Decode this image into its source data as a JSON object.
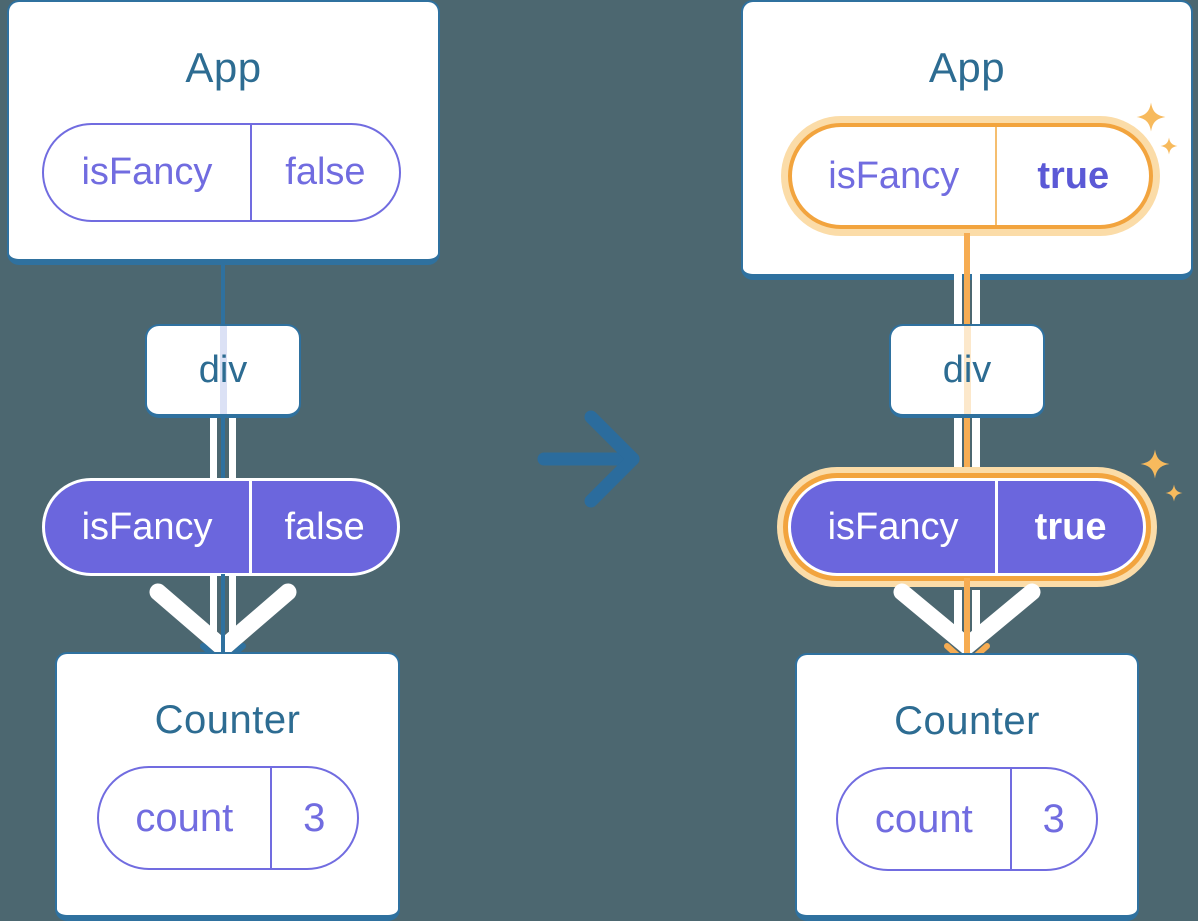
{
  "diagram": {
    "description": "State change diagram: App passes isFancy prop through div down to Counter; right panel shows isFancy flipped to true with highlighted flow",
    "panels": [
      {
        "name": "before",
        "highlighted": false,
        "app_card": {
          "title": "App",
          "state_pill": {
            "key": "isFancy",
            "value": "false"
          }
        },
        "div_box": {
          "label": "div"
        },
        "prop_pill": {
          "key": "isFancy",
          "value": "false"
        },
        "counter_card": {
          "title": "Counter",
          "state_pill": {
            "key": "count",
            "value": "3"
          }
        }
      },
      {
        "name": "after",
        "highlighted": true,
        "app_card": {
          "title": "App",
          "state_pill": {
            "key": "isFancy",
            "value": "true"
          }
        },
        "div_box": {
          "label": "div"
        },
        "prop_pill": {
          "key": "isFancy",
          "value": "true"
        },
        "counter_card": {
          "title": "Counter",
          "state_pill": {
            "key": "count",
            "value": "3"
          }
        }
      }
    ],
    "icons": {
      "transition": "arrow-right-icon",
      "flow": "arrow-down-icon",
      "highlight": "sparkle-icon"
    },
    "colors": {
      "background": "#4C6770",
      "card_bg": "#FFFFFF",
      "card_border": "#2F719F",
      "heading_text": "#2D6C92",
      "purple_fill": "#6B66DD",
      "purple_text": "#716CE0",
      "purple_text_bold": "#5B59D6",
      "blue_line": "#2F719F",
      "mid_arrow": "#2B6C9D",
      "orange_ring": "#F2A43E",
      "orange_line": "#F6AC52",
      "peach_glow": "#FBDCA8",
      "fade_blue": "#DBE1F5",
      "fade_orange": "#FCE8CB",
      "sparkle": "#F7BA5D",
      "white_line": "#FFFFFF"
    }
  }
}
